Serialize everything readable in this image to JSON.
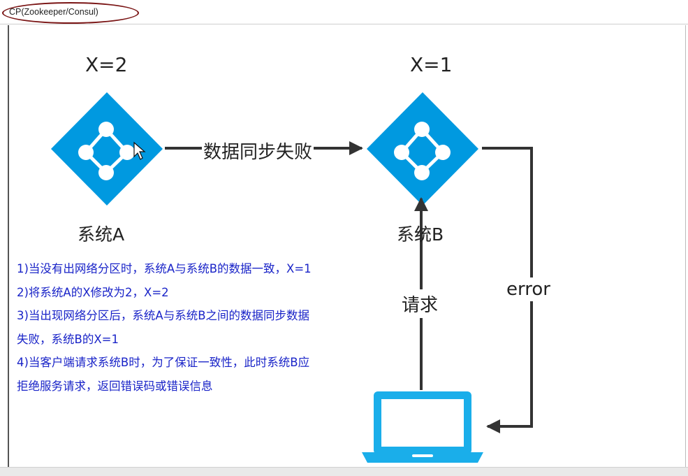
{
  "window": {
    "title": "CP(Zookeeper/Consul)"
  },
  "diagram": {
    "node_a": {
      "value_label": "X=2",
      "name": "系统A"
    },
    "node_b": {
      "value_label": "X=1",
      "name": "系统B"
    },
    "sync_label": "数据同步失败",
    "request_label": "请求",
    "error_label": "error"
  },
  "notes": [
    "1)当没有出网络分区时，系统A与系统B的数据一致，X=1",
    "2)将系统A的X修改为2，X=2",
    "3)当出现网络分区后，系统A与系统B之间的数据同步数据",
    "失败，系统B的X=1",
    "4)当客户端请求系统B时，为了保证一致性，此时系统B应",
    "拒绝服务请求，返回错误码或错误信息"
  ],
  "colors": {
    "node_fill": "#0099e0",
    "laptop": "#1aaeea",
    "arrow": "#333333",
    "note_text": "#1a24c8",
    "title_highlight": "#7a1515"
  },
  "icons": {
    "node_a": "network-node-icon",
    "node_b": "network-node-icon",
    "client": "laptop-icon",
    "cursor": "mouse-pointer-icon"
  }
}
